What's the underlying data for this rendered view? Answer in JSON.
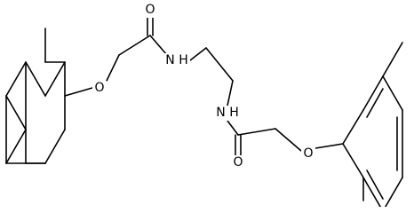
{
  "molecule": {
    "atom_labels": {
      "o_carbonyl_left": "O",
      "o_ether_left": "O",
      "nh_left": "N H",
      "nh_right": "N H",
      "o_carbonyl_right": "O",
      "o_ether_right": "O"
    },
    "colors": {
      "bond": "#000000",
      "label": "#000000",
      "background": "#ffffff"
    }
  }
}
